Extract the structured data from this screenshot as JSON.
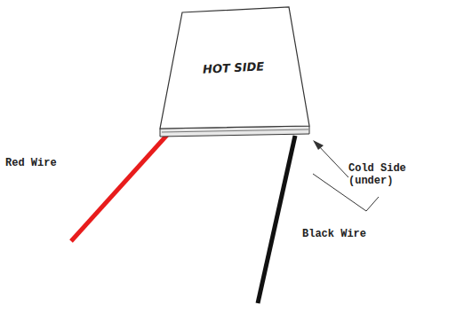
{
  "diagram": {
    "nodes": [
      {
        "text": [
          "HOT SIDE"
        ]
      }
    ],
    "labels": [
      "Red Wire",
      "Black Wire",
      "Cold Side (under)"
    ]
  }
}
